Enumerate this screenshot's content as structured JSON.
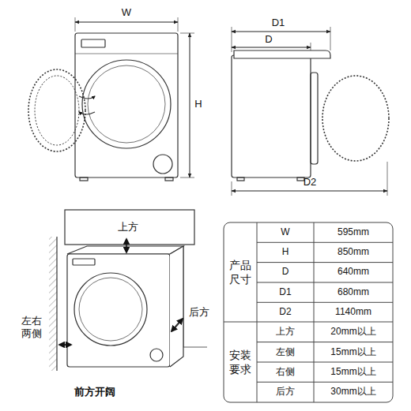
{
  "diagram": {
    "labels": [
      "W",
      "H",
      "D1",
      "D",
      "D2",
      "上方",
      "左右 两侧",
      "后方",
      "前方开阔",
      "产品 尺寸",
      "安装 要求",
      "W",
      "595mm",
      "H",
      "850mm",
      "D",
      "640mm",
      "D1",
      "680mm",
      "D2",
      "1140mm",
      "上方",
      "20mm以上",
      "左侧",
      "15mm以上",
      "右侧",
      "15mm以上",
      "后方",
      "30mm以上"
    ]
  }
}
